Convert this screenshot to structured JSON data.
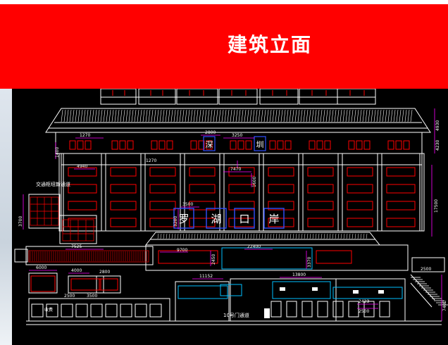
{
  "header": {
    "title": "建筑立面",
    "background_color": "#ff0000",
    "text_color": "#ffffff"
  },
  "drawing": {
    "background_color": "#000000",
    "line_colors": {
      "outline": "#ffffff",
      "windows": "#ff0000",
      "dimensions": "#ff00ff",
      "glass": "#00c0ff",
      "labels": "#00ff00"
    },
    "sign_chars": [
      "罗",
      "湖",
      "口",
      "岸"
    ],
    "upper_sign_chars": [
      "深",
      "圳"
    ],
    "side_label": "交通枢纽新通道",
    "gate_label": "10号门通道",
    "booth_label": "收费",
    "dimensions": {
      "d1270a": "1270",
      "d1270b": "1270",
      "d2800": "2800",
      "d3250": "3250",
      "d4940": "4940",
      "d7470": "7470",
      "d3500": "3500",
      "d3200": "3200",
      "d3700": "3700",
      "d22400": "22400",
      "d9700": "9700",
      "d2450": "2450",
      "d7525": "7525",
      "d6000": "6000",
      "d4000": "4000",
      "d2800b": "2800",
      "d2500": "2500",
      "d3500b": "3500",
      "d11152": "11152",
      "d13800": "13800",
      "d2423": "2423",
      "d2500b": "2500",
      "d4930": "4930",
      "d4230": "4230",
      "d17500": "17500",
      "d7400": "7400",
      "d3370": "3370",
      "d1600": "1600",
      "d1400": "1400"
    }
  }
}
